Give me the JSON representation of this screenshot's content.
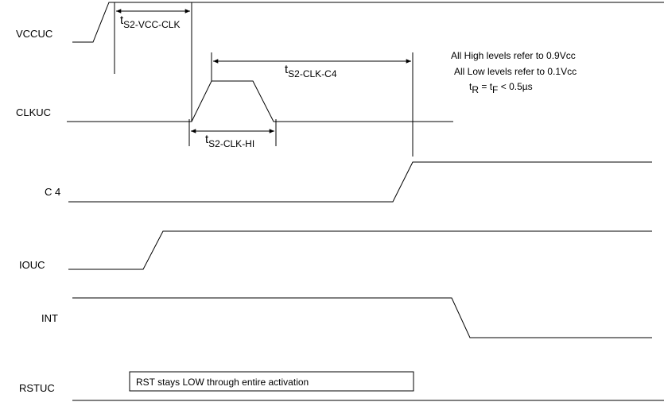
{
  "signals": {
    "vccuc": "VCCUC",
    "clkuc": "CLKUC",
    "c4": "C 4",
    "iouc": "IOUC",
    "int": "INT",
    "rstuc": "RSTUC"
  },
  "timings": {
    "vcc_clk": {
      "t": "t",
      "sub": "S2-VCC-CLK"
    },
    "clk_c4": {
      "t": "t",
      "sub": "S2-CLK-C4"
    },
    "clk_hi": {
      "t": "t",
      "sub": "S2-CLK-HI"
    }
  },
  "notes": {
    "high_levels": "All High levels refer to 0.9Vcc",
    "low_levels": "All Low levels refer to 0.1Vcc",
    "rise_fall": {
      "tr_t": "t",
      "tr_sub": "R",
      "eq": " = ",
      "tf_t": "t",
      "tf_sub": "F",
      "tail": " < 0.5µs"
    }
  },
  "rst_box": "RST stays LOW through entire activation"
}
